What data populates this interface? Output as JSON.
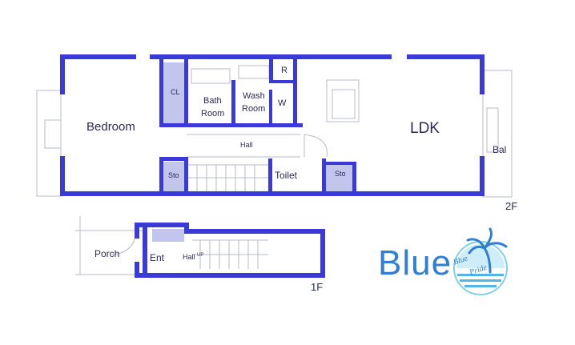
{
  "floor2": {
    "label": "2F",
    "rooms": {
      "bedroom": "Bedroom",
      "closet": "CL",
      "bath_line1": "Bath",
      "bath_line2": "Room",
      "wash_line1": "Wash",
      "wash_line2": "Room",
      "refrigerator": "R",
      "washer": "W",
      "hall": "Hall",
      "storage_left": "Sto",
      "toilet": "Toilet",
      "storage_right": "Sto",
      "ldk": "LDK",
      "balcony": "Bal"
    }
  },
  "floor1": {
    "label": "1F",
    "rooms": {
      "porch": "Porch",
      "entrance": "Ent",
      "hall": "Hall",
      "stair_up": "UP"
    }
  },
  "logo": {
    "word": "Blue",
    "emblem_line1": "Blue",
    "emblem_line2": "Pride"
  },
  "colors": {
    "wall": "#3a3ad8",
    "storage_fill": "#c3c6ec",
    "fixture_line": "#b8b8c8",
    "text": "#2a2a5a",
    "brand_blue": "#2f7fd6",
    "emblem_sky": "#7fd0ec"
  }
}
